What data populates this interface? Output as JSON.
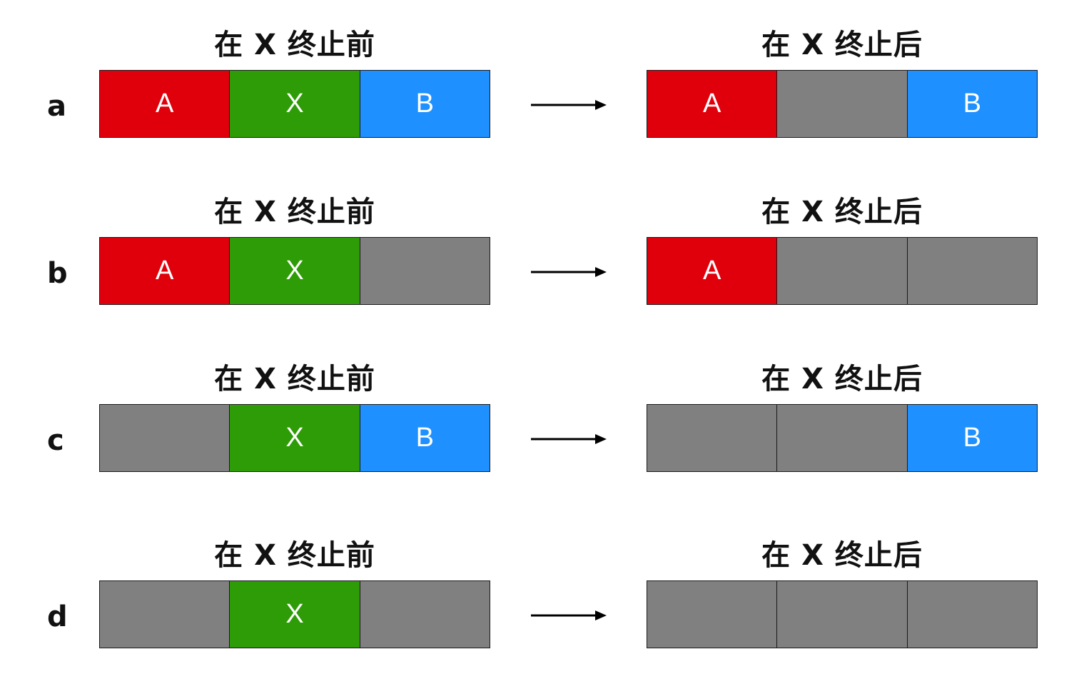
{
  "colors": {
    "A": "#e0000c",
    "X": "#2e9c06",
    "B": "#1e90ff",
    "empty": "#808080"
  },
  "scenarios": [
    {
      "label": "a",
      "before": {
        "caption": "在 X 终止前",
        "cells": [
          {
            "kind": "A",
            "text": "A"
          },
          {
            "kind": "X",
            "text": "X"
          },
          {
            "kind": "B",
            "text": "B"
          }
        ]
      },
      "after": {
        "caption": "在 X 终止后",
        "cells": [
          {
            "kind": "A",
            "text": "A"
          },
          {
            "kind": "empty",
            "text": ""
          },
          {
            "kind": "B",
            "text": "B"
          }
        ]
      }
    },
    {
      "label": "b",
      "before": {
        "caption": "在 X 终止前",
        "cells": [
          {
            "kind": "A",
            "text": "A"
          },
          {
            "kind": "X",
            "text": "X"
          },
          {
            "kind": "empty",
            "text": ""
          }
        ]
      },
      "after": {
        "caption": "在 X 终止后",
        "cells": [
          {
            "kind": "A",
            "text": "A"
          },
          {
            "kind": "empty",
            "text": ""
          },
          {
            "kind": "empty",
            "text": ""
          }
        ]
      }
    },
    {
      "label": "c",
      "before": {
        "caption": "在 X 终止前",
        "cells": [
          {
            "kind": "empty",
            "text": ""
          },
          {
            "kind": "X",
            "text": "X"
          },
          {
            "kind": "B",
            "text": "B"
          }
        ]
      },
      "after": {
        "caption": "在 X 终止后",
        "cells": [
          {
            "kind": "empty",
            "text": ""
          },
          {
            "kind": "empty",
            "text": ""
          },
          {
            "kind": "B",
            "text": "B"
          }
        ]
      }
    },
    {
      "label": "d",
      "before": {
        "caption": "在 X 终止前",
        "cells": [
          {
            "kind": "empty",
            "text": ""
          },
          {
            "kind": "X",
            "text": "X"
          },
          {
            "kind": "empty",
            "text": ""
          }
        ]
      },
      "after": {
        "caption": "在 X 终止后",
        "cells": [
          {
            "kind": "empty",
            "text": ""
          },
          {
            "kind": "empty",
            "text": ""
          },
          {
            "kind": "empty",
            "text": ""
          }
        ]
      }
    }
  ]
}
